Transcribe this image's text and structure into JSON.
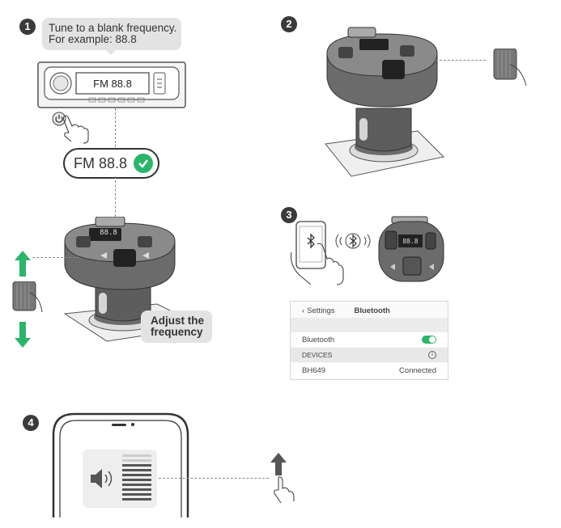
{
  "steps": {
    "step1": {
      "number": "1",
      "instruction_line1": "Tune to a blank frequency.",
      "instruction_line2": "For example: 88.8",
      "radio_display": "FM 88.8",
      "confirmed_frequency": "FM 88.8",
      "adjust_line1": "Adjust the",
      "adjust_line2": "frequency",
      "transmitter_display": "88.8"
    },
    "step2": {
      "number": "2"
    },
    "step3": {
      "number": "3",
      "transmitter_display": "88.8",
      "settings": {
        "back_label": "Settings",
        "title": "Bluetooth",
        "bluetooth_label": "Bluetooth",
        "bluetooth_enabled": true,
        "devices_header": "DEVICES",
        "device_name": "BH649",
        "device_status": "Connected"
      }
    },
    "step4": {
      "number": "4"
    }
  },
  "colors": {
    "accent_green": "#2bb56a",
    "device_gray": "#6b6b6b",
    "bubble_gray": "#e3e3e3"
  },
  "icons": [
    "power-icon",
    "hand-icon",
    "checkmark-icon",
    "bluetooth-icon",
    "speaker-icon",
    "arrow-up-icon",
    "arrow-down-icon",
    "info-icon",
    "chevron-left-icon"
  ]
}
